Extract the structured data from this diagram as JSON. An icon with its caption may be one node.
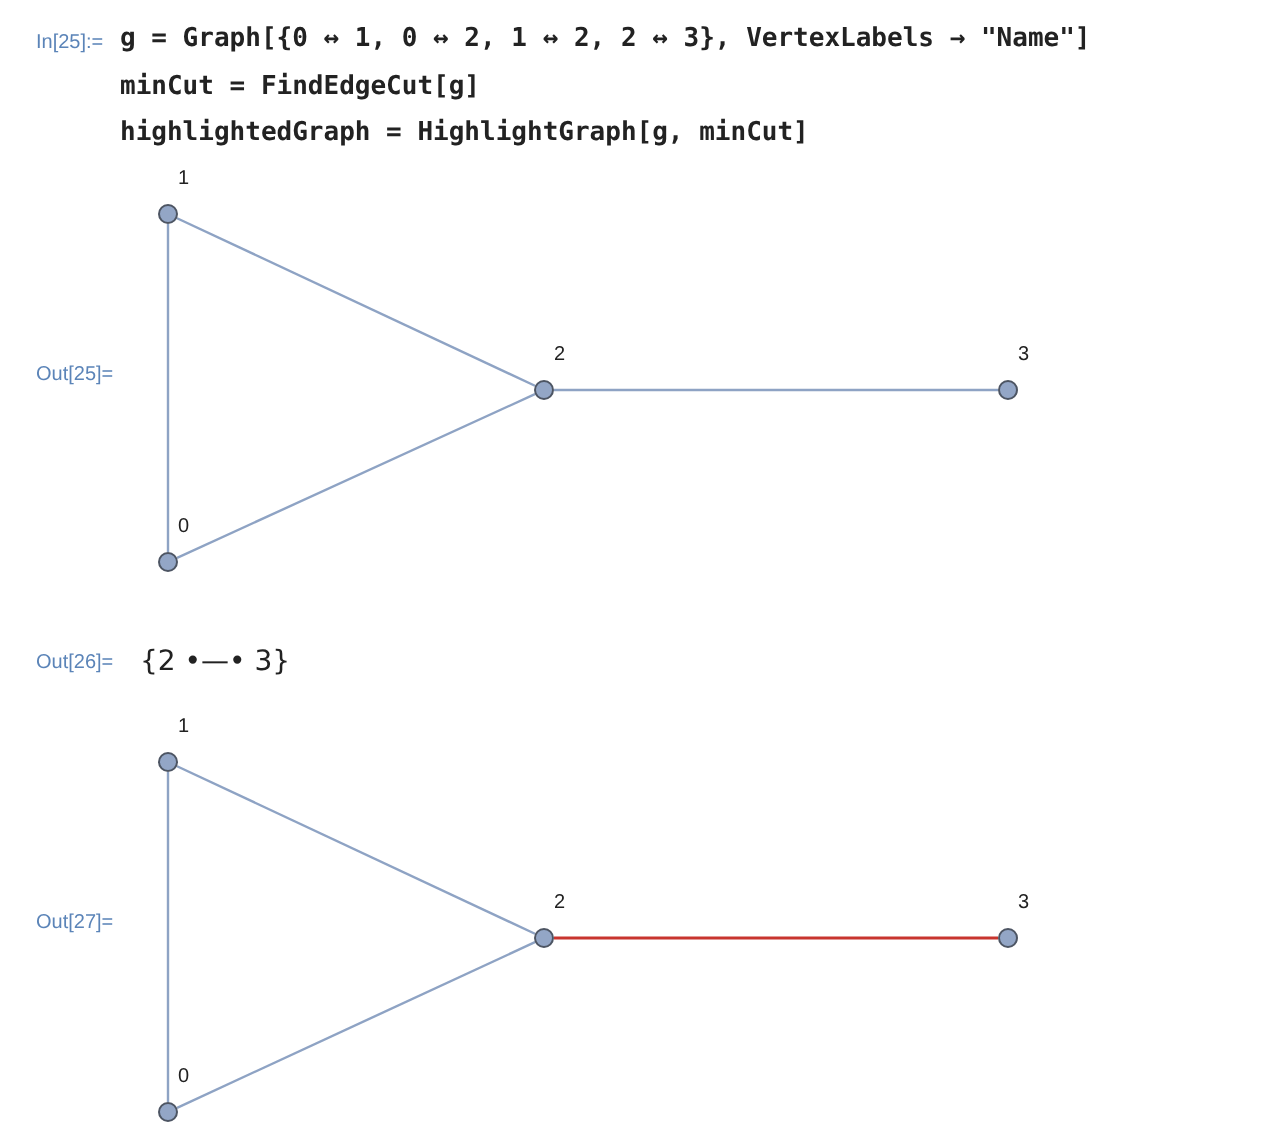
{
  "diagram": {
    "nodes": [
      {
        "text": [],
        "shape": "circle",
        "beside": [
          "1"
        ]
      },
      {
        "text": [],
        "shape": "circle",
        "beside": [
          "2"
        ]
      },
      {
        "text": [],
        "shape": "circle",
        "beside": [
          "3"
        ]
      },
      {
        "text": [],
        "shape": "circle",
        "beside": [
          "0"
        ]
      },
      {
        "text": [],
        "shape": "circle",
        "beside": [
          "1"
        ]
      },
      {
        "text": [],
        "shape": "circle",
        "beside": [
          "2"
        ]
      },
      {
        "text": [],
        "shape": "circle",
        "beside": [
          "3"
        ]
      },
      {
        "text": [],
        "shape": "circle",
        "beside": [
          "0"
        ]
      }
    ],
    "edges": [
      {
        "from": 3,
        "to": 0,
        "arrow": "none"
      },
      {
        "from": 3,
        "to": 1,
        "arrow": "none"
      },
      {
        "from": 0,
        "to": 1,
        "arrow": "none"
      },
      {
        "from": 1,
        "to": 2,
        "arrow": "none"
      },
      {
        "from": 7,
        "to": 4,
        "arrow": "none"
      },
      {
        "from": 7,
        "to": 5,
        "arrow": "none"
      },
      {
        "from": 4,
        "to": 5,
        "arrow": "none"
      },
      {
        "from": 5,
        "to": 6,
        "arrow": "none",
        "color": "#c8352e"
      }
    ],
    "labels": [
      "In[25]:=",
      "g = Graph[{0 ↔ 1, 0 ↔ 2, 1 ↔ 2, 2 ↔ 3}, VertexLabels → \"Name\"]",
      "minCut = FindEdgeCut[g]",
      "highlightedGraph = HighlightGraph[g, minCut]",
      "Out[25]=",
      "Out[26]=",
      "{2 •—• 3}",
      "Out[27]="
    ]
  }
}
